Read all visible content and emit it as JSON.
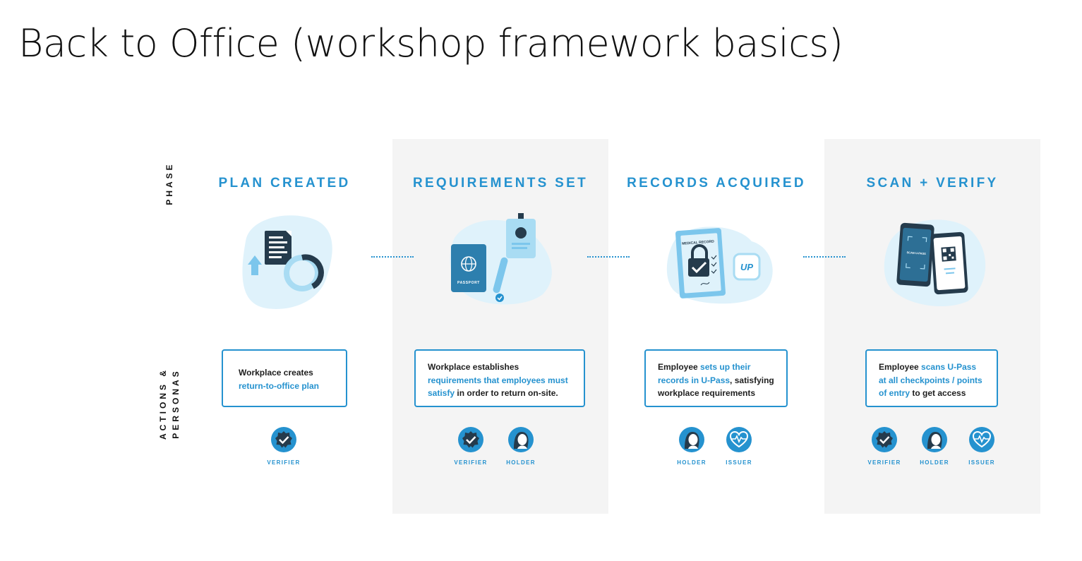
{
  "title": "Back to Office (workshop framework basics)",
  "row_labels": {
    "phase": "PHASE",
    "actions": "ACTIONS &\nPERSONAS"
  },
  "colors": {
    "accent": "#2592cf",
    "light_blob": "#dff2fb",
    "band": "#f4f4f4",
    "dark": "#253b4c"
  },
  "phases": [
    {
      "title": "PLAN CREATED",
      "illustration": "plan-document-icon",
      "action": {
        "pre": "Workplace creates",
        "highlight": "return-to-office plan",
        "post": ""
      },
      "personas": [
        "VERIFIER"
      ]
    },
    {
      "title": "REQUIREMENTS SET",
      "illustration": "passport-id-badge-icon",
      "action": {
        "pre": "Workplace establishes",
        "highlight": "requirements that employees must satisfy",
        "post": "in order to return on-site."
      },
      "personas": [
        "VERIFIER",
        "HOLDER"
      ]
    },
    {
      "title": "RECORDS ACQUIRED",
      "illustration": "medical-record-icon",
      "action": {
        "pre": "Employee",
        "highlight": "sets up their records in U-Pass",
        "post": ", satisfying workplace requirements"
      },
      "personas": [
        "HOLDER",
        "ISSUER"
      ]
    },
    {
      "title": "SCAN + VERIFY",
      "illustration": "phones-qr-scan-icon",
      "action": {
        "pre": "Employee",
        "highlight": "scans U-Pass at all checkpoints / points of entry",
        "post": "to get access"
      },
      "personas": [
        "VERIFIER",
        "HOLDER",
        "ISSUER"
      ]
    }
  ],
  "illustration_text": {
    "passport": "PASSPORT",
    "medical_record": "MEDICAL RECORD",
    "up_logo": "UP",
    "scan_upass": "SCAN U-PASS"
  }
}
